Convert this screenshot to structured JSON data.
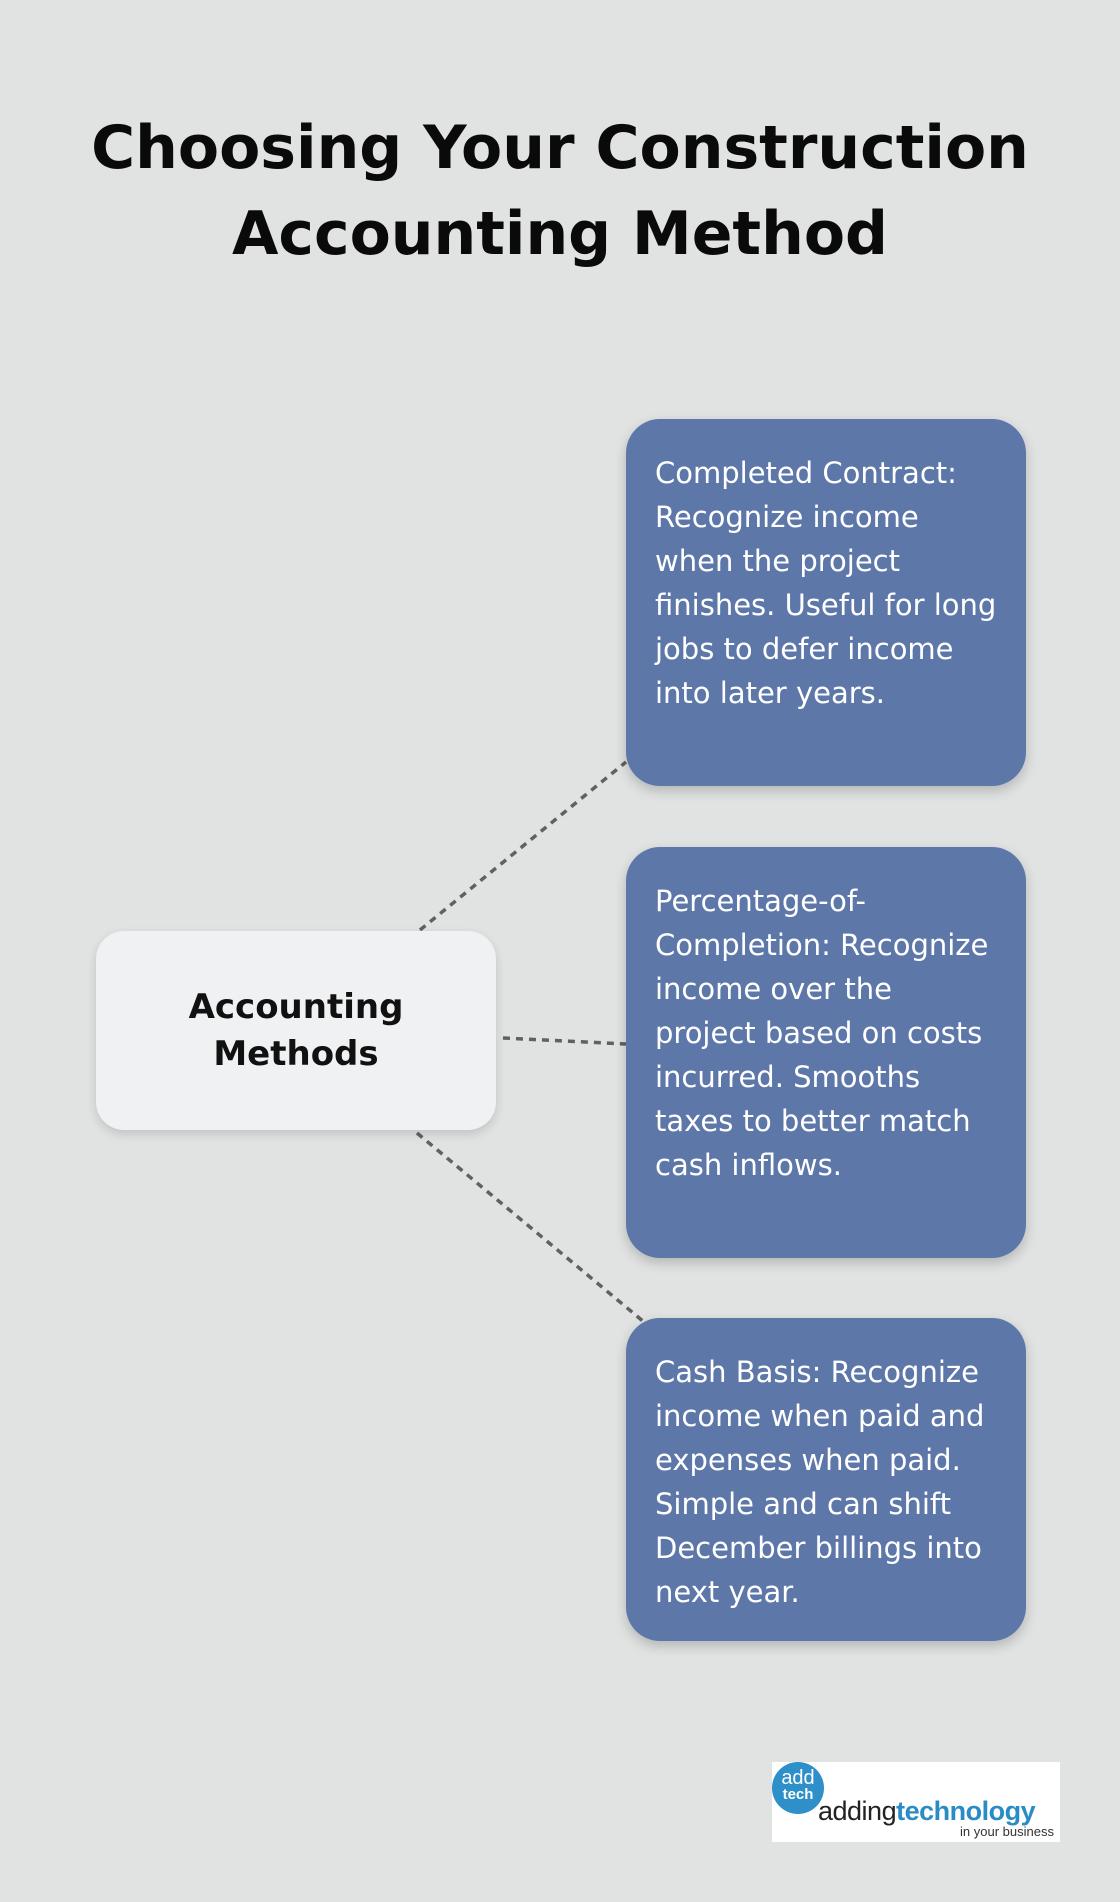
{
  "title": "Choosing Your Construction Accounting Method",
  "center": {
    "label": "Accounting Methods"
  },
  "methods": [
    {
      "text": "Completed Contract: Recognize income when the project finishes. Useful for long jobs to defer income into later years."
    },
    {
      "text": "Percentage-of-Completion: Recognize income over the project based on costs incurred. Smooths taxes to better match cash inflows."
    },
    {
      "text": "Cash Basis: Recognize income when paid and expenses when paid. Simple and can shift December billings into next year."
    }
  ],
  "logo": {
    "badge_top": "add",
    "badge_bottom": "tech",
    "word_light": "adding",
    "word_bold": "technology",
    "tagline": "in your business"
  },
  "colors": {
    "background": "#e1e3e3",
    "card": "#5e77a9",
    "center_node": "#eff1f2",
    "connector": "#5f6163",
    "logo_accent": "#2a8cc6"
  }
}
